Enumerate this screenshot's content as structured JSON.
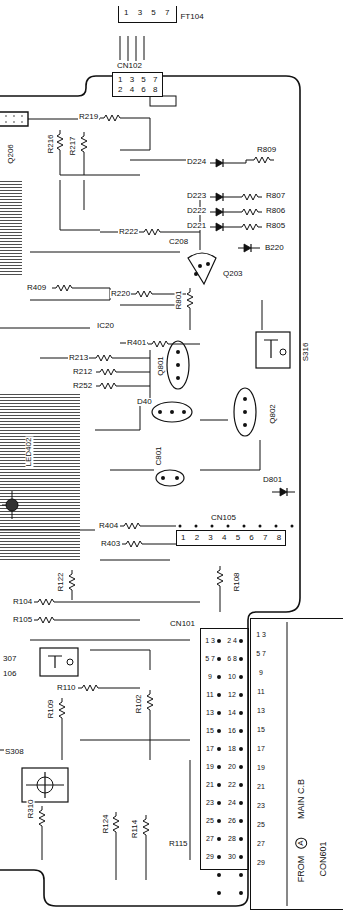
{
  "diagram": {
    "nodes": [
      {
        "text": [
          "1 3 5 7",
          "FT104"
        ]
      },
      {
        "text": [
          "CN102",
          "1 3 5 7",
          "2 4 6 8"
        ]
      },
      {
        "text": [
          "CN105",
          "1 2 3 4 5 6 7 8"
        ]
      },
      {
        "text": [
          "CN101",
          "1 3 5 7 9 11 13 15 17 19 21 23 25 27 29",
          "2 4 6 8 10 12 14 16 18 20 22 24 26 28 30"
        ]
      },
      {
        "text": [
          "1 3 5 7 9 11 13 15 17 19 21 23 25 27 29",
          "FROM",
          "A",
          "MAIN C.B",
          "CON601"
        ]
      }
    ],
    "labels": [
      "R219",
      "R216",
      "R217",
      "Q206",
      "D224",
      "R809",
      "D223",
      "R807",
      "D222",
      "R806",
      "D221",
      "R805",
      "R222",
      "C208",
      "B220",
      "Q203",
      "R409",
      "R220",
      "R801",
      "IC20",
      "S316",
      "R401",
      "R213",
      "R212",
      "R252",
      "Q801",
      "D40",
      "Q802",
      "LED402",
      "C801",
      "D801",
      "R404",
      "R403",
      "R122",
      "R108",
      "R104",
      "R105",
      "307",
      "106",
      "R110",
      "R109",
      "R102",
      "S308",
      "R310",
      "R124",
      "R114",
      "R115"
    ]
  }
}
